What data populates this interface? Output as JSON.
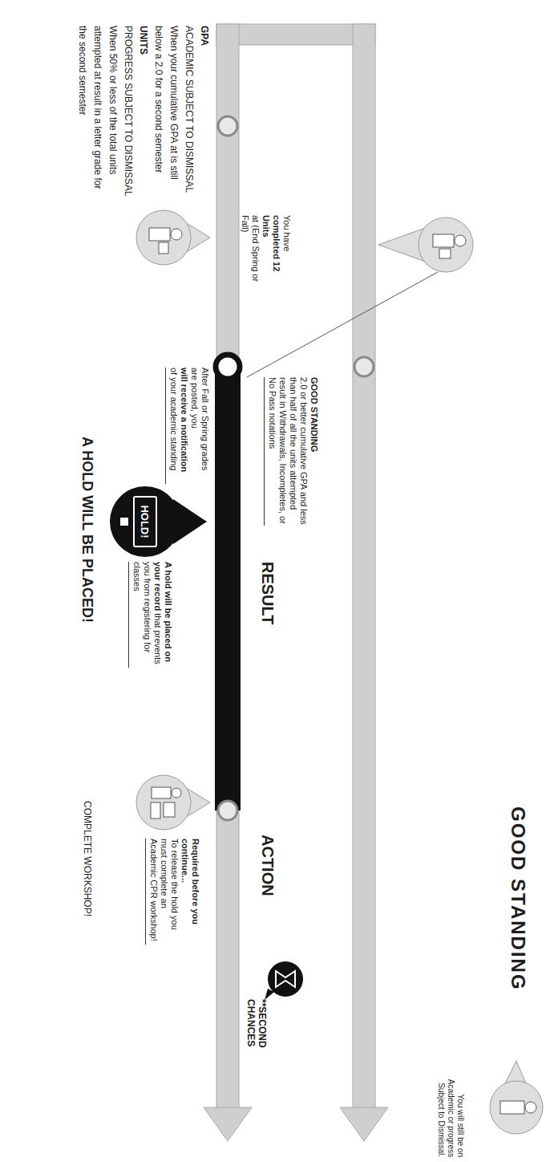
{
  "diagram": {
    "nodes": [
      {
        "text": [
          "HOLD!"
        ]
      }
    ],
    "labels": [
      "GOOD STANDING",
      "You will still be on Academic or progress Subject to Dismissal.",
      "GOOD STANDING",
      "2.0 or better cumulative GPA and less than half of all the units attempted result in Withdrawals, Incompletes, or No Pass notations",
      "You have",
      "completed 12 Units",
      "at (End Spring or Fall)",
      "RESULT",
      "ACTION",
      "**SECOND CHANCES",
      "GPA",
      "ACADEMIC SUBJECT TO DISMISSAL",
      "When your cumulative GPA at is still below a 2.0 for a second semester",
      "UNITS",
      "PROGRESS SUBJECT TO DISMISSAL",
      "When 50% or less of the total units attempted at result in a letter grade for the second semester",
      "After Fall or Spring grades are posted, you",
      "will receive a notification",
      "of your academic standing",
      "A hold will be placed on your record",
      "that prevents you from registering for classes",
      "A HOLD WILL BE PLACED!",
      "Required before you continue...",
      "To release the hold you must complete an Academic CPR workshop!",
      "COMPLETE WORKSHOP!"
    ]
  }
}
